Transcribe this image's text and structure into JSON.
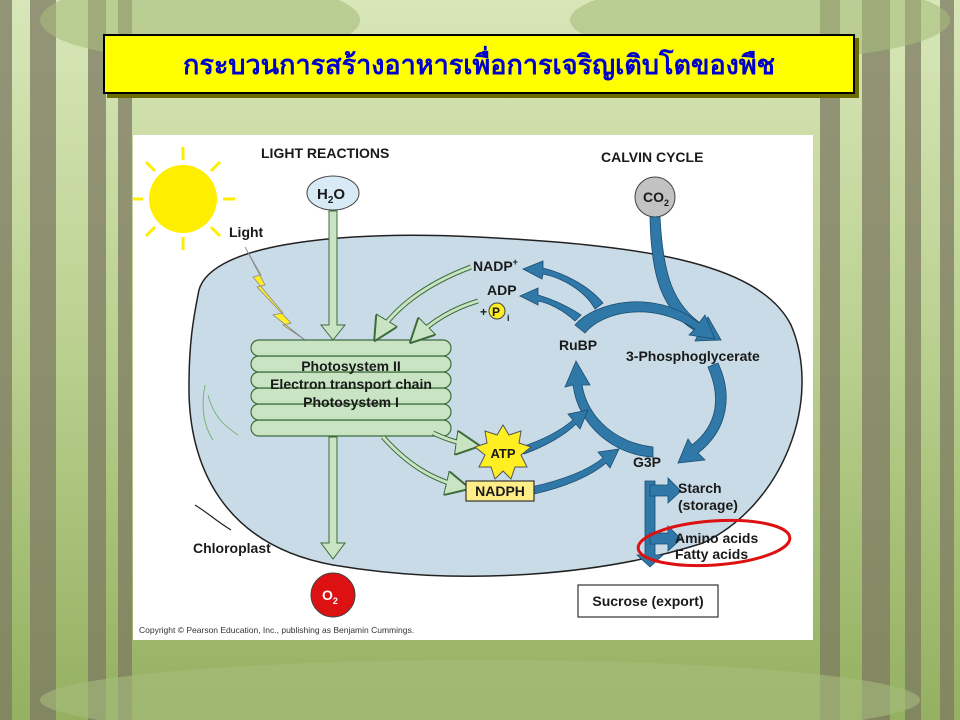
{
  "title": "กระบวนการสร้างอาหารเพื่อการเจริญเติบโตของพืช",
  "diagram": {
    "light_reactions": "LIGHT REACTIONS",
    "calvin_cycle": "CALVIN CYCLE",
    "light": "Light",
    "h2o": {
      "main": "H",
      "sub": "2",
      "tail": "O"
    },
    "co2": {
      "main": "CO",
      "sub": "2"
    },
    "o2": {
      "main": "O",
      "sub": "2"
    },
    "nadp_plus": {
      "main": "NADP",
      "sup": "+"
    },
    "adp": "ADP",
    "pi": {
      "plus": "+",
      "p": "P",
      "sub": "i"
    },
    "rubp": "RuBP",
    "phosphoglycerate": "3-Phosphoglycerate",
    "g3p": "G3P",
    "atp": "ATP",
    "nadph": "NADPH",
    "thylakoid_lines": [
      "Photosystem II",
      "Electron transport chain",
      "Photosystem I"
    ],
    "starch": "Starch",
    "storage": "(storage)",
    "amino_acids": "Amino acids",
    "fatty_acids": "Fatty acids",
    "sucrose": "Sucrose (export)",
    "chloroplast": "Chloroplast",
    "copyright": "Copyright © Pearson Education, Inc., publishing as Benjamin Cummings."
  },
  "colors": {
    "title_bg": "#ffff00",
    "title_text": "#0000cc",
    "stroma": "#c9dbe6",
    "arrow_blue": "#2f78a8",
    "thylakoid_green": "#c8e4c2",
    "atp_yellow": "#ffee22",
    "o2_red": "#dd1111",
    "highlight_ellipse": "#dd1111"
  }
}
